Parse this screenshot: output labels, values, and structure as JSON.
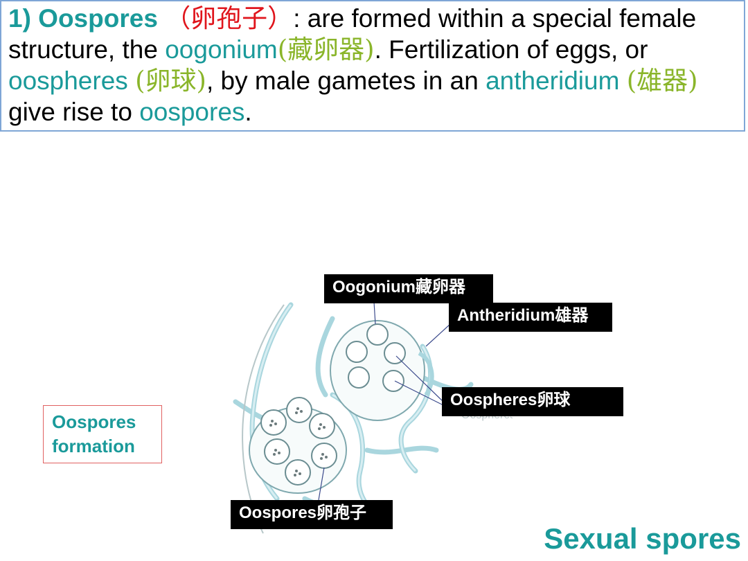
{
  "text": {
    "num": "1) Oospores",
    "cn_oospores": "（卵孢子）",
    "p1": ": are formed within a special female structure, the ",
    "oogonium": "oogonium",
    "cn_oogonium": "(藏卵器)",
    "p2": ".  Fertilization of eggs, or ",
    "oospheres": "oospheres",
    "cn_oospheres": "(卵球)",
    "p3": ", by male gametes in an ",
    "antheridium": "antheridium",
    "cn_antheridium": "(雄器)",
    "p4": " give rise to ",
    "oospores": "oospores",
    "p5": "."
  },
  "side_label": {
    "line1": "Oospores",
    "line2": "formation"
  },
  "callouts": {
    "oogonium": "Oogonium藏卵器",
    "antheridium": "Antheridium雄器",
    "oospheres": "Oospheres卵球",
    "oospores": "Oospores卵孢子"
  },
  "figure_faint_label": "Oospheres",
  "footer": "Sexual spores",
  "colors": {
    "teal": "#1a9a9a",
    "lime": "#8ab52a",
    "red": "#e0151c",
    "border": "#7fa6d6"
  }
}
